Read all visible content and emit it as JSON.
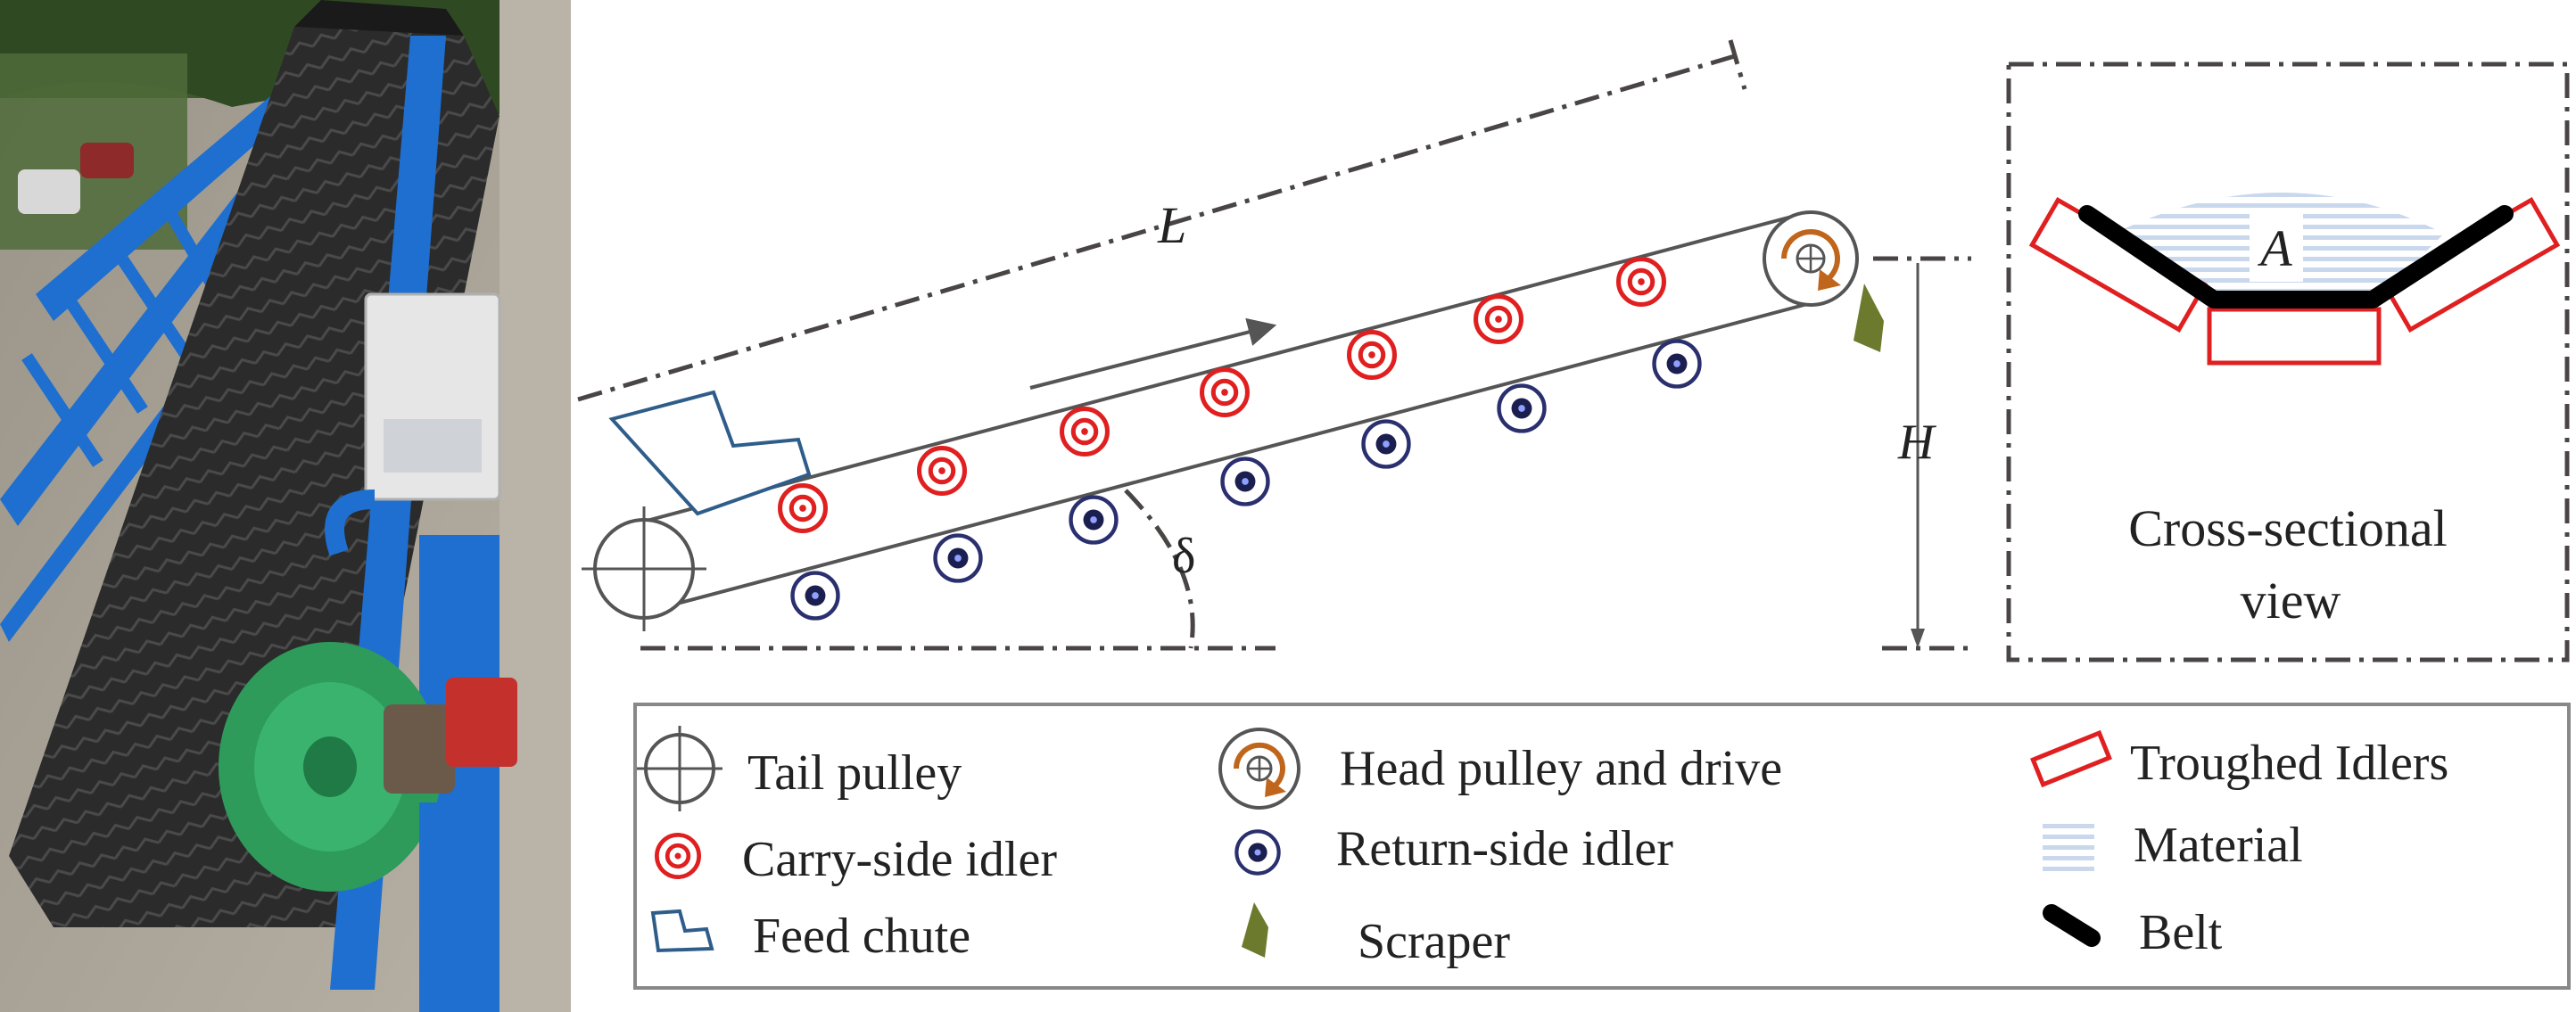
{
  "photo": {
    "icon": "belt-conveyor-photo"
  },
  "diagram": {
    "length_label": "L",
    "height_label": "H",
    "angle_label": "δ",
    "area_label": "A",
    "cross_section_caption_line1": "Cross-sectional",
    "cross_section_caption_line2": "view"
  },
  "legend": {
    "items": [
      {
        "icon": "tail-pulley-icon",
        "label": "Tail pulley"
      },
      {
        "icon": "head-pulley-drive-icon",
        "label": "Head pulley and drive"
      },
      {
        "icon": "troughed-idler-icon",
        "label": "Troughed Idlers"
      },
      {
        "icon": "carry-side-idler-icon",
        "label": "Carry-side idler"
      },
      {
        "icon": "return-side-idler-icon",
        "label": "Return-side idler"
      },
      {
        "icon": "material-icon",
        "label": "Material"
      },
      {
        "icon": "feed-chute-icon",
        "label": "Feed chute"
      },
      {
        "icon": "scraper-icon",
        "label": "Scraper"
      },
      {
        "icon": "belt-icon",
        "label": "Belt"
      }
    ]
  },
  "colors": {
    "carry_idler": "#e02020",
    "return_idler": "#2a2f6e",
    "head_pulley": "#c0661c",
    "scraper": "#6b7a2c",
    "feed_chute": "#2f5d8a",
    "troughed_idler": "#e02020",
    "belt": "#000000",
    "material": "#c9d8ec",
    "frame_blue": "#1e6fd0"
  }
}
